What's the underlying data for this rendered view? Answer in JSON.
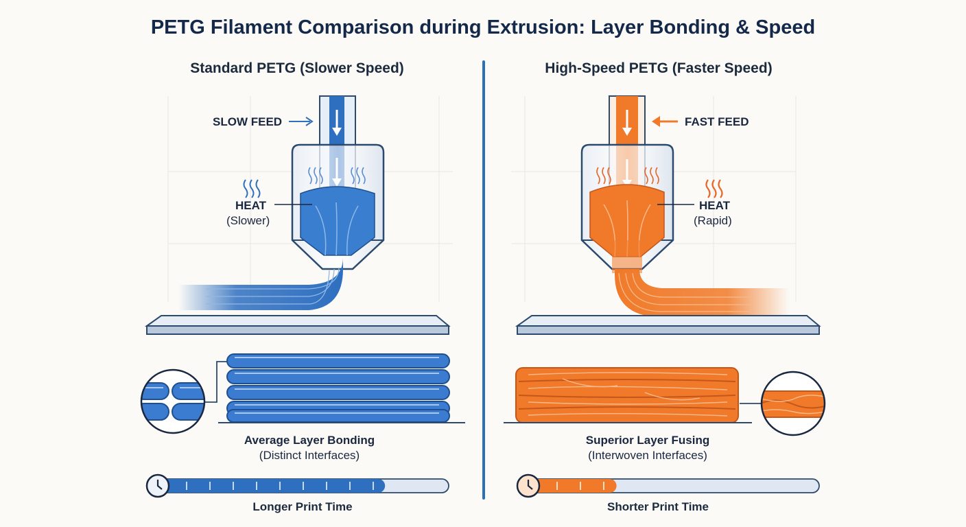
{
  "title": "PETG Filament Comparison during Extrusion: Layer Bonding & Speed",
  "colors": {
    "standard": "#2f6fc0",
    "highspeed": "#f07a2a",
    "divider": "#2a72b5"
  },
  "left": {
    "heading": "Standard PETG (Slower Speed)",
    "feed_label": "SLOW FEED",
    "heat_label": "HEAT",
    "heat_sub": "(Slower)",
    "bond_title": "Average Layer Bonding",
    "bond_sub": "(Distinct Interfaces)",
    "time_label": "Longer Print Time",
    "time_progress": 0.78,
    "icon": "clock-icon"
  },
  "right": {
    "heading": "High-Speed PETG (Faster Speed)",
    "feed_label": "FAST FEED",
    "heat_label": "HEAT",
    "heat_sub": "(Rapid)",
    "bond_title": "Superior Layer Fusing",
    "bond_sub": "(Interwoven Interfaces)",
    "time_label": "Shorter Print Time",
    "time_progress": 0.3,
    "icon": "clock-icon"
  }
}
